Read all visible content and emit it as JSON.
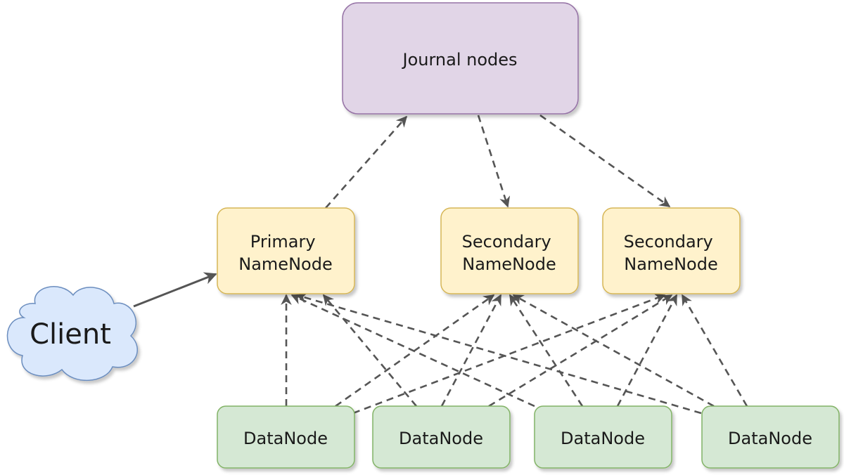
{
  "journal": {
    "label": "Journal nodes",
    "fill": "#e1d5e7",
    "stroke": "#9673a6"
  },
  "namenodes": {
    "fill": "#fff2cc",
    "stroke": "#d6b656",
    "primary": {
      "line1": "Primary",
      "line2": "NameNode"
    },
    "secondary_1": {
      "line1": "Secondary",
      "line2": "NameNode"
    },
    "secondary_2": {
      "line1": "Secondary",
      "line2": "NameNode"
    }
  },
  "datanodes": {
    "fill": "#d5e8d4",
    "stroke": "#82b366",
    "items": [
      {
        "label": "DataNode"
      },
      {
        "label": "DataNode"
      },
      {
        "label": "DataNode"
      },
      {
        "label": "DataNode"
      }
    ]
  },
  "client": {
    "label": "Client",
    "fill": "#dae8fc",
    "stroke": "#6c8ebf"
  },
  "edge_color": "#555555"
}
